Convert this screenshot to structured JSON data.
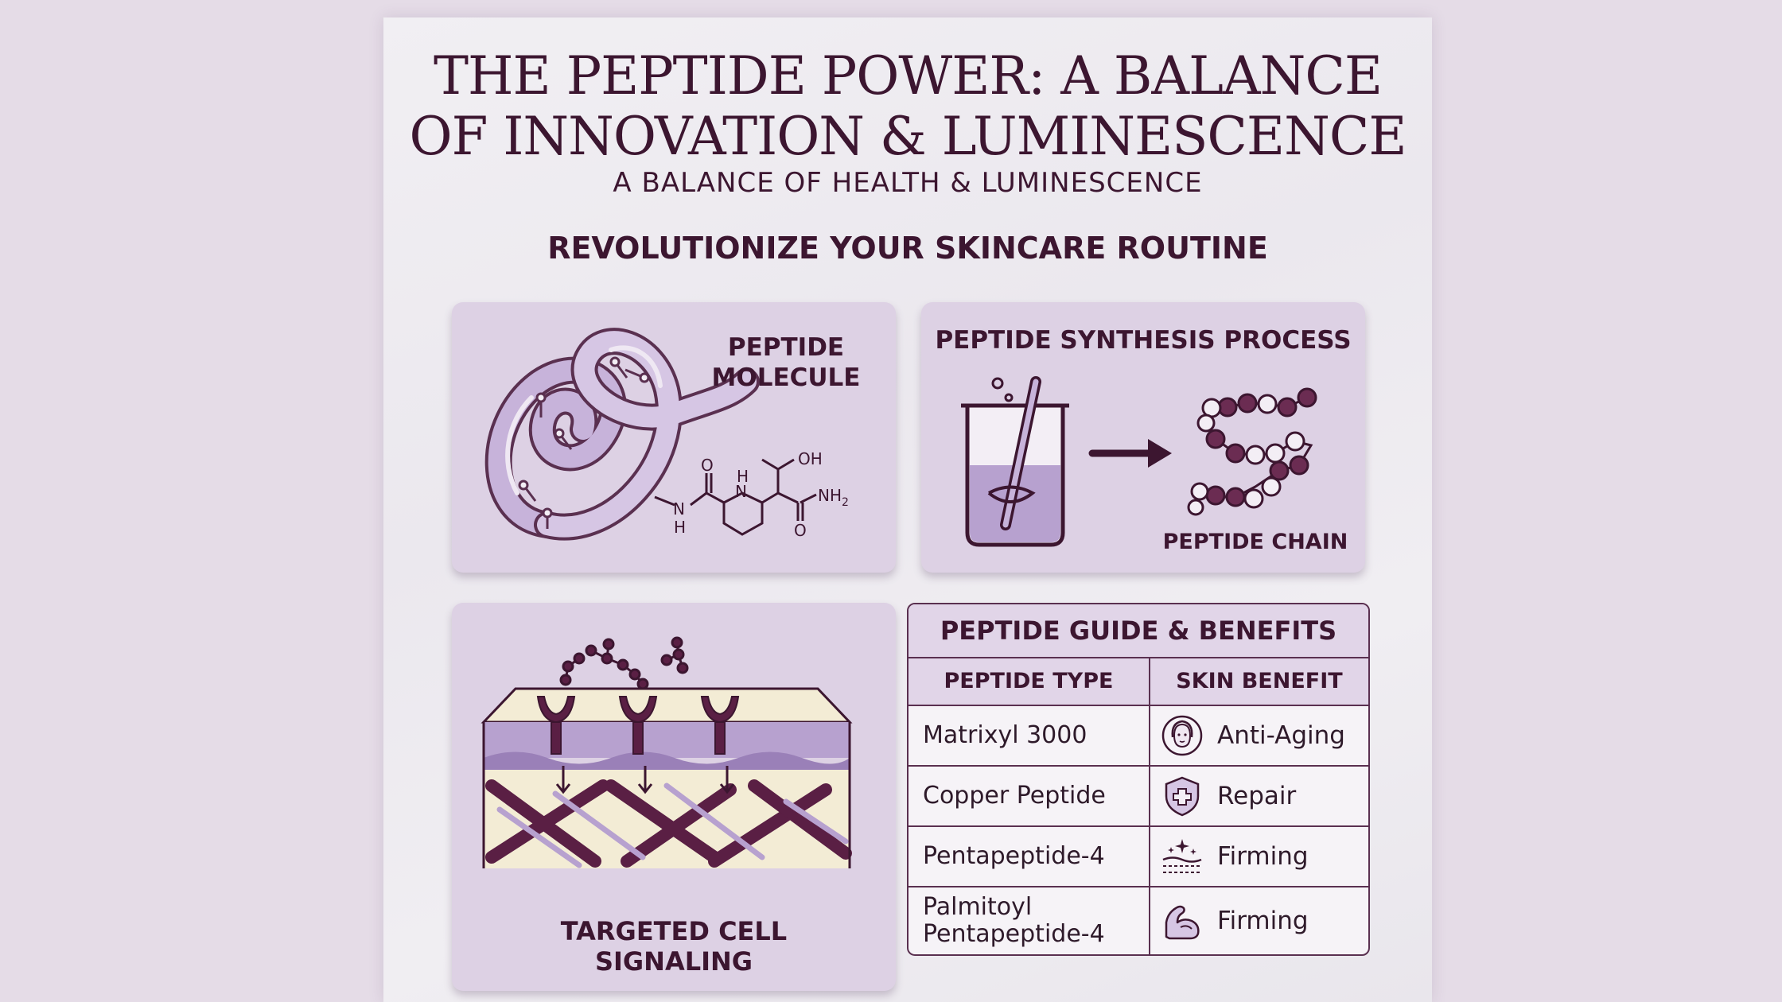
{
  "title_line1": "THE PEPTIDE POWER: A BALANCE",
  "title_line2": "OF INNOVATION & LUMINESCENCE",
  "subtitle": "A BALANCE OF HEALTH & LUMINESCENCE",
  "tagline": "REVOLUTIONIZE YOUR SKINCARE ROUTINE",
  "cards": {
    "molecule": {
      "label_line1": "PEPTIDE",
      "label_line2": "MOLECULE",
      "chem": {
        "oh": "OH",
        "o1": "O",
        "nh": "N",
        "h1": "H",
        "h2": "H",
        "n2": "N",
        "nh2": "NH",
        "sub2": "2",
        "o2": "O"
      }
    },
    "synthesis": {
      "title": "PEPTIDE SYNTHESIS PROCESS",
      "chain_label": "PEPTIDE CHAIN"
    },
    "signaling": {
      "label_line1": "TARGETED CELL",
      "label_line2": "SIGNALING"
    }
  },
  "table": {
    "title": "PEPTIDE GUIDE & BENEFITS",
    "headers": [
      "PEPTIDE TYPE",
      "SKIN BENEFIT"
    ],
    "rows": [
      {
        "type": "Matrixyl 3000",
        "benefit": "Anti-Aging",
        "icon": "face-icon"
      },
      {
        "type": "Copper Peptide",
        "benefit": "Repair",
        "icon": "shield-cross-icon"
      },
      {
        "type": "Pentapeptide-4",
        "benefit": "Firming",
        "icon": "sparkle-skin-icon"
      },
      {
        "type_line1": "Palmitoyl",
        "type_line2": "Pentapeptide-4",
        "benefit": "Firming",
        "icon": "flexed-arm-icon"
      }
    ]
  },
  "colors": {
    "background": "#e5dce7",
    "card": "#ddd1e4",
    "ink": "#3c1630",
    "accent": "#5a3050",
    "bead_dark": "#6b2c52",
    "bead_light": "#f3eef5",
    "skin_cream": "#f3ecd5",
    "skin_purple": "#b7a1cf"
  }
}
